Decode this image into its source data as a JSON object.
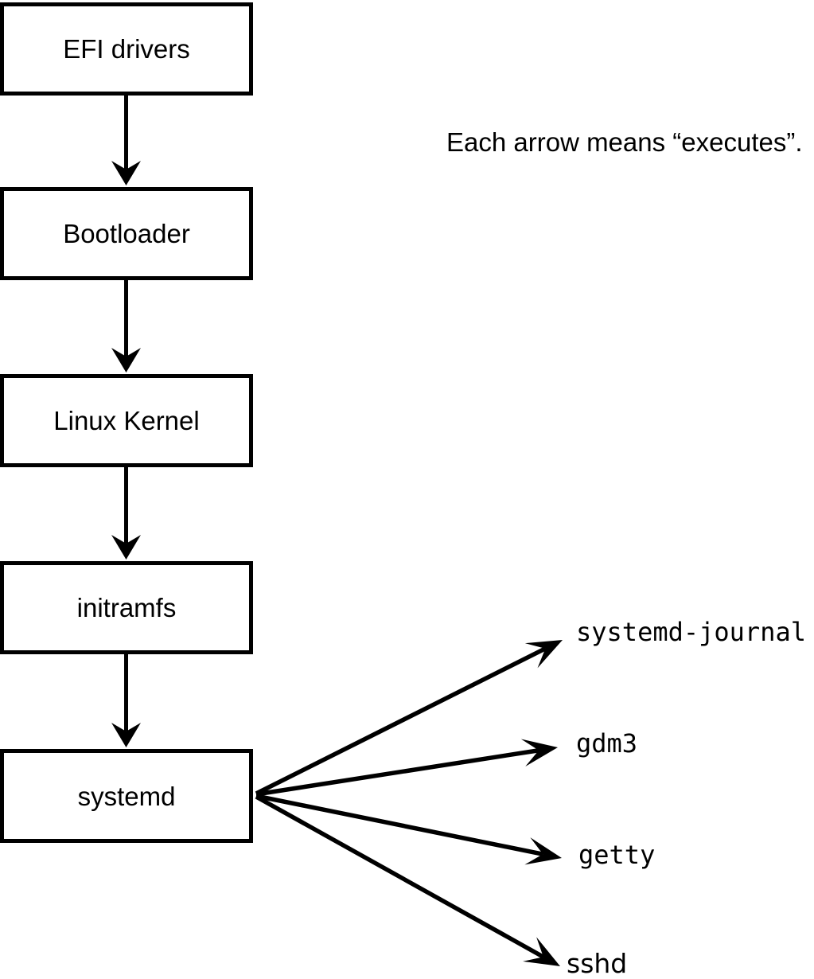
{
  "diagram": {
    "caption": "Each arrow means “executes”.",
    "boxes": [
      {
        "label": "EFI drivers"
      },
      {
        "label": "Bootloader"
      },
      {
        "label": "Linux Kernel"
      },
      {
        "label": "initramfs"
      },
      {
        "label": "systemd"
      }
    ],
    "processes": [
      {
        "label": "systemd-journal"
      },
      {
        "label": "gdm3"
      },
      {
        "label": "getty"
      },
      {
        "label": "sshd"
      }
    ],
    "colors": {
      "stroke": "#000000",
      "background": "#ffffff"
    }
  }
}
